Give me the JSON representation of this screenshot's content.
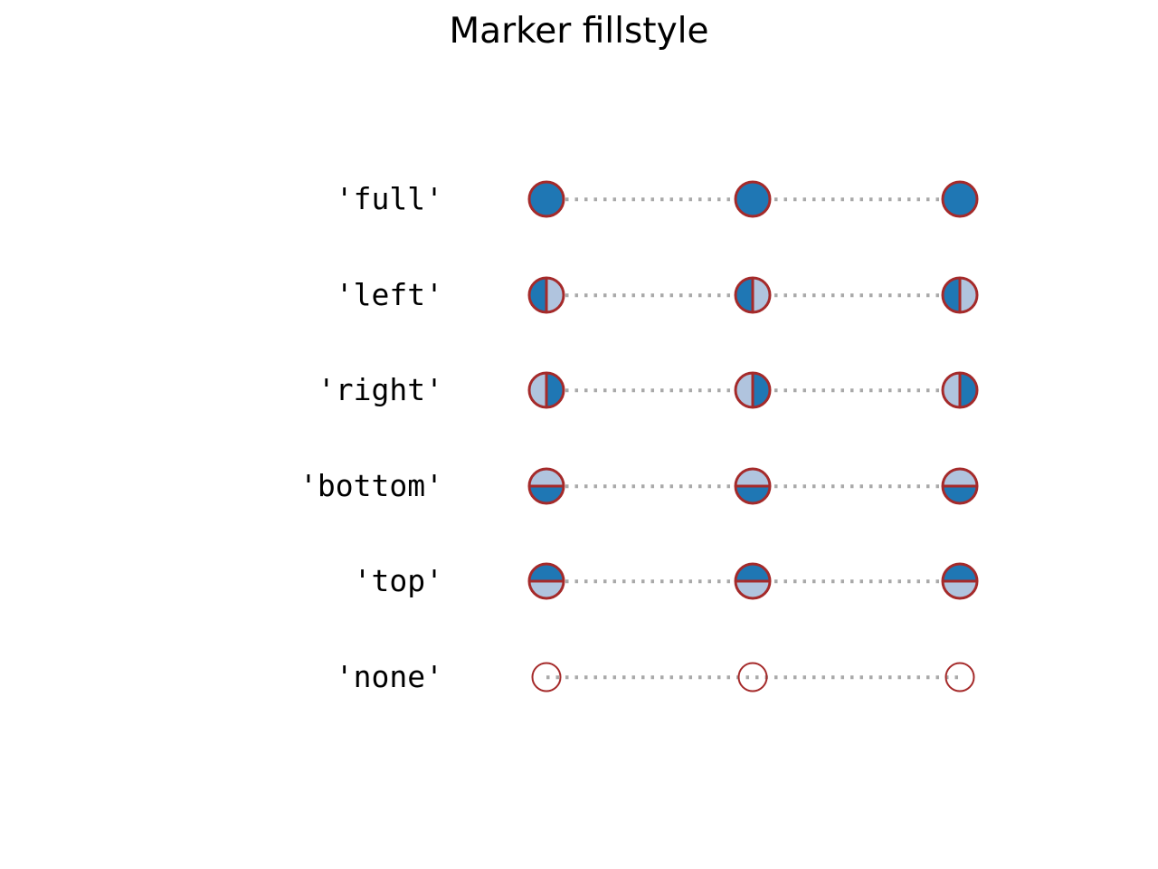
{
  "figure": {
    "title": "Marker fillstyle"
  },
  "rows": [
    {
      "label": "'full'",
      "fillstyle": "full"
    },
    {
      "label": "'left'",
      "fillstyle": "left"
    },
    {
      "label": "'right'",
      "fillstyle": "right"
    },
    {
      "label": "'bottom'",
      "fillstyle": "bottom"
    },
    {
      "label": "'top'",
      "fillstyle": "top"
    },
    {
      "label": "'none'",
      "fillstyle": "none"
    }
  ],
  "colors": {
    "background": "#ffffff",
    "text": "#000000",
    "marker_face": "#1f77b4",
    "marker_face_alt": "#b0c4de",
    "marker_edge": "#a52a2a",
    "line": "#a9a9a9"
  },
  "chart_data": {
    "type": "line",
    "title": "Marker fillstyle",
    "marker": "o",
    "markersize": 15,
    "linestyle": "dotted",
    "line_color": "darkgrey",
    "markerfacecolor": "tab:blue",
    "markerfacecoloralt": "lightsteelblue",
    "markeredgecolor": "brown",
    "axes_visible": false,
    "legend": false,
    "series": [
      {
        "name": "'full'",
        "fillstyle": "full",
        "x": [
          0,
          1,
          2
        ],
        "y": [
          5,
          5,
          5
        ]
      },
      {
        "name": "'left'",
        "fillstyle": "left",
        "x": [
          0,
          1,
          2
        ],
        "y": [
          4,
          4,
          4
        ]
      },
      {
        "name": "'right'",
        "fillstyle": "right",
        "x": [
          0,
          1,
          2
        ],
        "y": [
          3,
          3,
          3
        ]
      },
      {
        "name": "'bottom'",
        "fillstyle": "bottom",
        "x": [
          0,
          1,
          2
        ],
        "y": [
          2,
          2,
          2
        ]
      },
      {
        "name": "'top'",
        "fillstyle": "top",
        "x": [
          0,
          1,
          2
        ],
        "y": [
          1,
          1,
          1
        ]
      },
      {
        "name": "'none'",
        "fillstyle": "none",
        "x": [
          0,
          1,
          2
        ],
        "y": [
          0,
          0,
          0
        ]
      }
    ]
  }
}
